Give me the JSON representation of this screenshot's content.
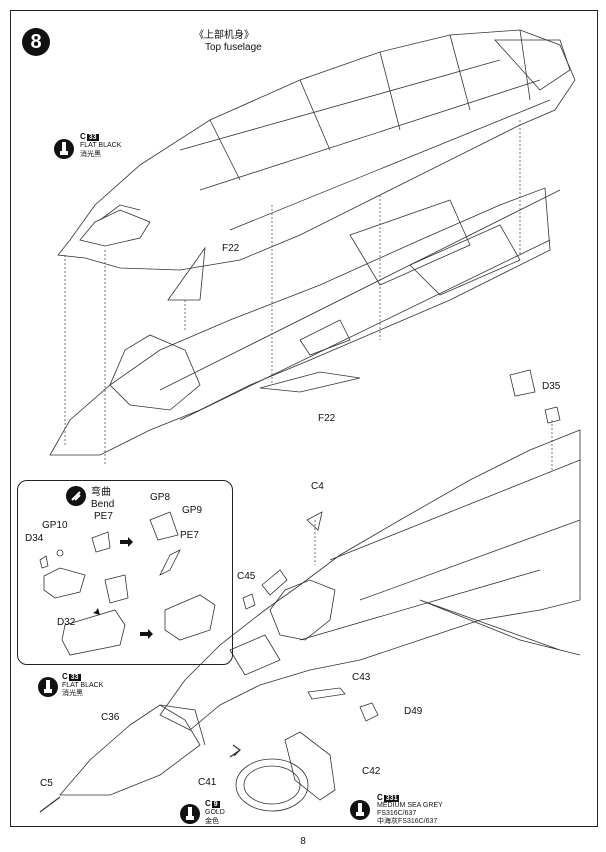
{
  "step": "8",
  "title_cn": "《上部机身》",
  "title_en": "Top fuselage",
  "parts": {
    "f22_a": "F22",
    "f22_b": "F22",
    "d35": "D35",
    "c4": "C4",
    "c45": "C45",
    "c43": "C43",
    "d49": "D49",
    "c36": "C36",
    "c5": "C5",
    "c41": "C41",
    "c42": "C42",
    "gp8": "GP8",
    "gp9": "GP9",
    "gp10": "GP10",
    "d34": "D34",
    "d32": "D32",
    "pe7_a": "PE7",
    "pe7_b": "PE7"
  },
  "bend": {
    "cn": "弯曲",
    "en": "Bend"
  },
  "paints": {
    "top": {
      "code": "C",
      "num": "33",
      "name": "FLAT BLACK",
      "cn": "消光黑"
    },
    "inset": {
      "code": "C",
      "num": "33",
      "name": "FLAT BLACK",
      "cn": "消光黑"
    },
    "gold": {
      "code": "C",
      "num": "9",
      "name": "GOLD",
      "cn": "金色"
    },
    "grey": {
      "code": "C",
      "num": "331",
      "name": "MEDIUM SEA GREY",
      "fs": "FS316C/637",
      "cn": "中海灰FS316C/637"
    }
  },
  "page_number": "8",
  "colors": {
    "ink": "#111111",
    "paper": "#ffffff",
    "line": "#333333"
  }
}
